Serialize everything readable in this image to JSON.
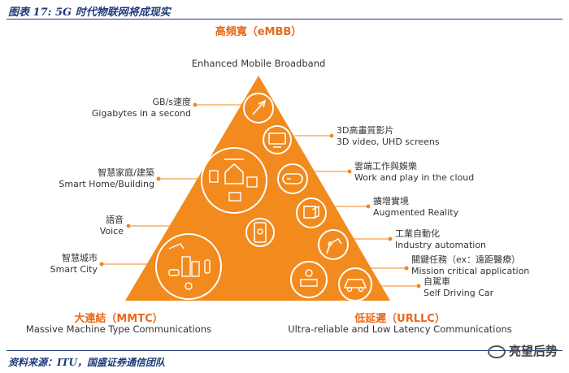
{
  "figure": {
    "title": "图表 17:  5G 时代物联网将成现实",
    "source": "资料来源：ITU，国盛证券通信团队",
    "watermark": "亮望后势"
  },
  "corners": {
    "top": {
      "zh": "高頻寬（eMBB）",
      "en": "Enhanced Mobile Broadband"
    },
    "left": {
      "zh": "大連結（MMTC）",
      "en": "Massive Machine Type Communications"
    },
    "right": {
      "zh": "低延遲（URLLC）",
      "en": "Ultra-reliable and Low Latency Communications"
    }
  },
  "left_labels": [
    {
      "zh": "GB/s速度",
      "en": "Gigabytes in a second",
      "icon": "rocket-icon"
    },
    {
      "zh": "智慧家庭/建築",
      "en": "Smart Home/Building",
      "icon": "smart-home-icon"
    },
    {
      "zh": "語音",
      "en": "Voice",
      "icon": "voice-phone-icon"
    },
    {
      "zh": "智慧城市",
      "en": "Smart City",
      "icon": "smart-city-icon"
    }
  ],
  "right_labels": [
    {
      "zh": "3D高畫質影片",
      "en": "3D video, UHD screens",
      "icon": "tv-screen-icon"
    },
    {
      "zh": "雲端工作與娛樂",
      "en": "Work and play in the cloud",
      "icon": "gamepad-icon"
    },
    {
      "zh": "擴增實境",
      "en": "Augmented Reality",
      "icon": "ar-icon"
    },
    {
      "zh": "工業自動化",
      "en": "Industry automation",
      "icon": "robot-arm-icon"
    },
    {
      "zh": "關鍵任務（ex：遠距醫療）",
      "en": "Mission critical application",
      "icon": "remote-medical-icon"
    },
    {
      "zh": "自駕車",
      "en": "Self Driving Car",
      "icon": "car-icon"
    }
  ],
  "colors": {
    "triangle": "#f28a1e",
    "accent": "#e8691c",
    "title_blue": "#1e3a7a"
  }
}
